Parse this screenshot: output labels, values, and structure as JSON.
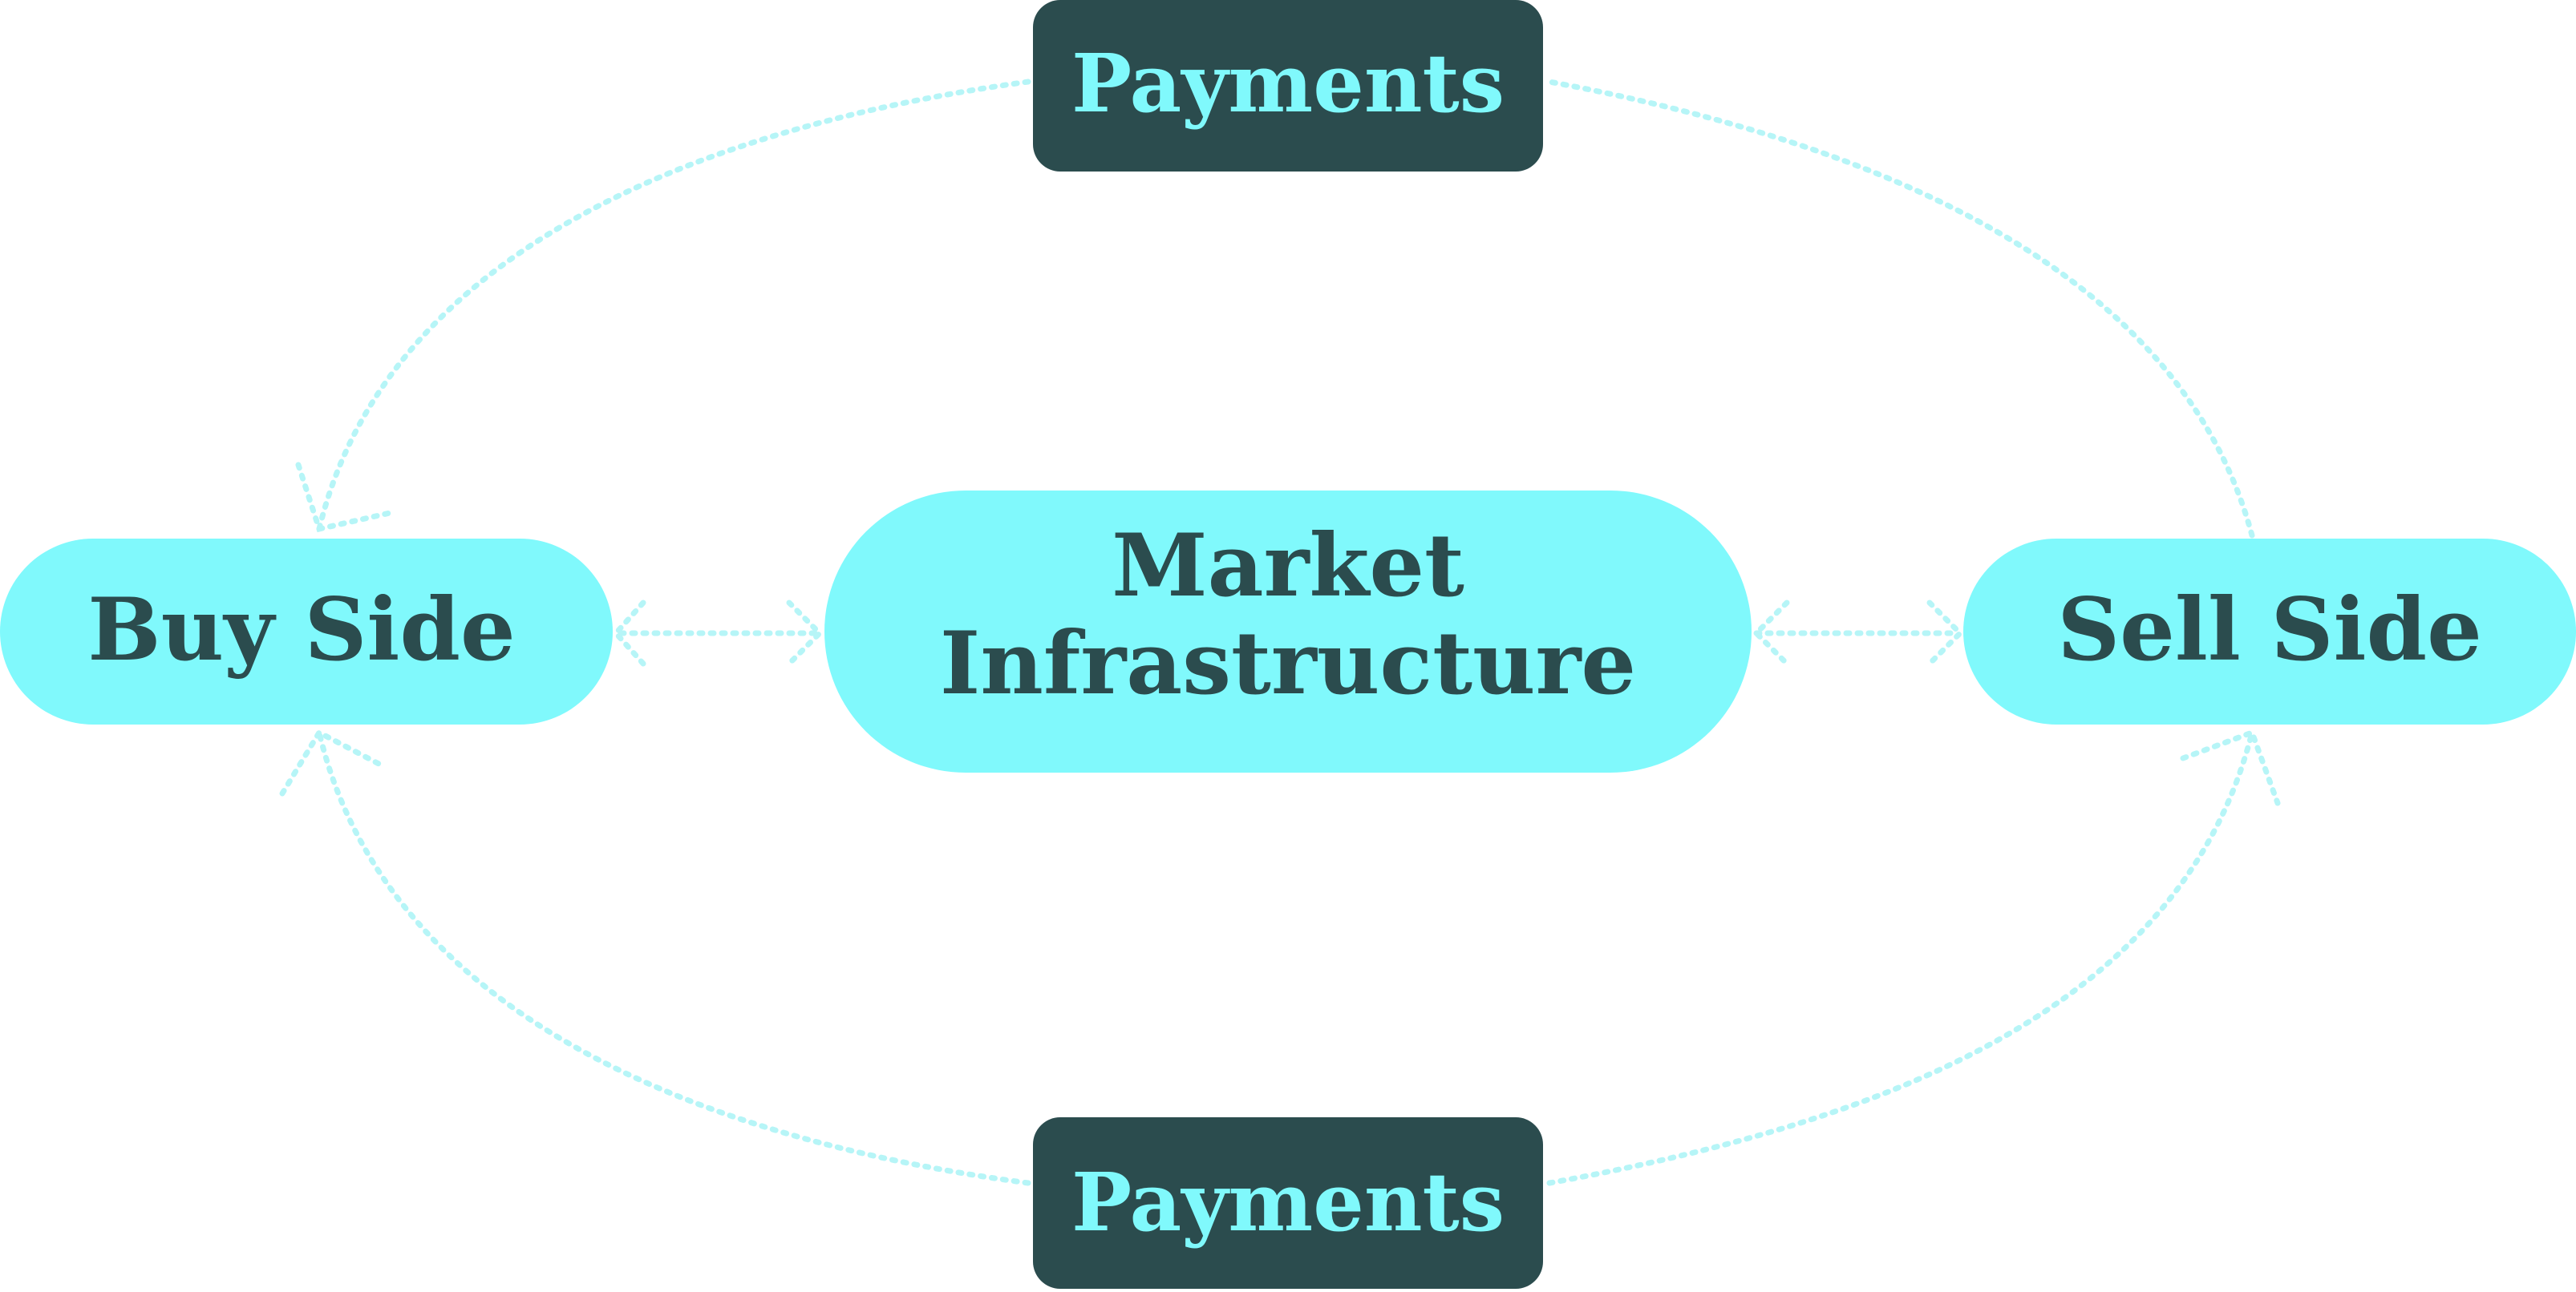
{
  "colors": {
    "background": "#ffffff",
    "light_node": "#80f9fc",
    "dark_node": "#2b4c4e",
    "dark_text": "#2b4c4e",
    "light_text": "#80f9fc",
    "connector": "#b6f5f7"
  },
  "nodes": {
    "payments_top": {
      "label": "Payments"
    },
    "payments_bottom": {
      "label": "Payments"
    },
    "buy_side": {
      "label": "Buy Side"
    },
    "sell_side": {
      "label": "Sell Side"
    },
    "market_infrastructure": {
      "line1": "Market",
      "line2": "Infrastructure"
    }
  }
}
